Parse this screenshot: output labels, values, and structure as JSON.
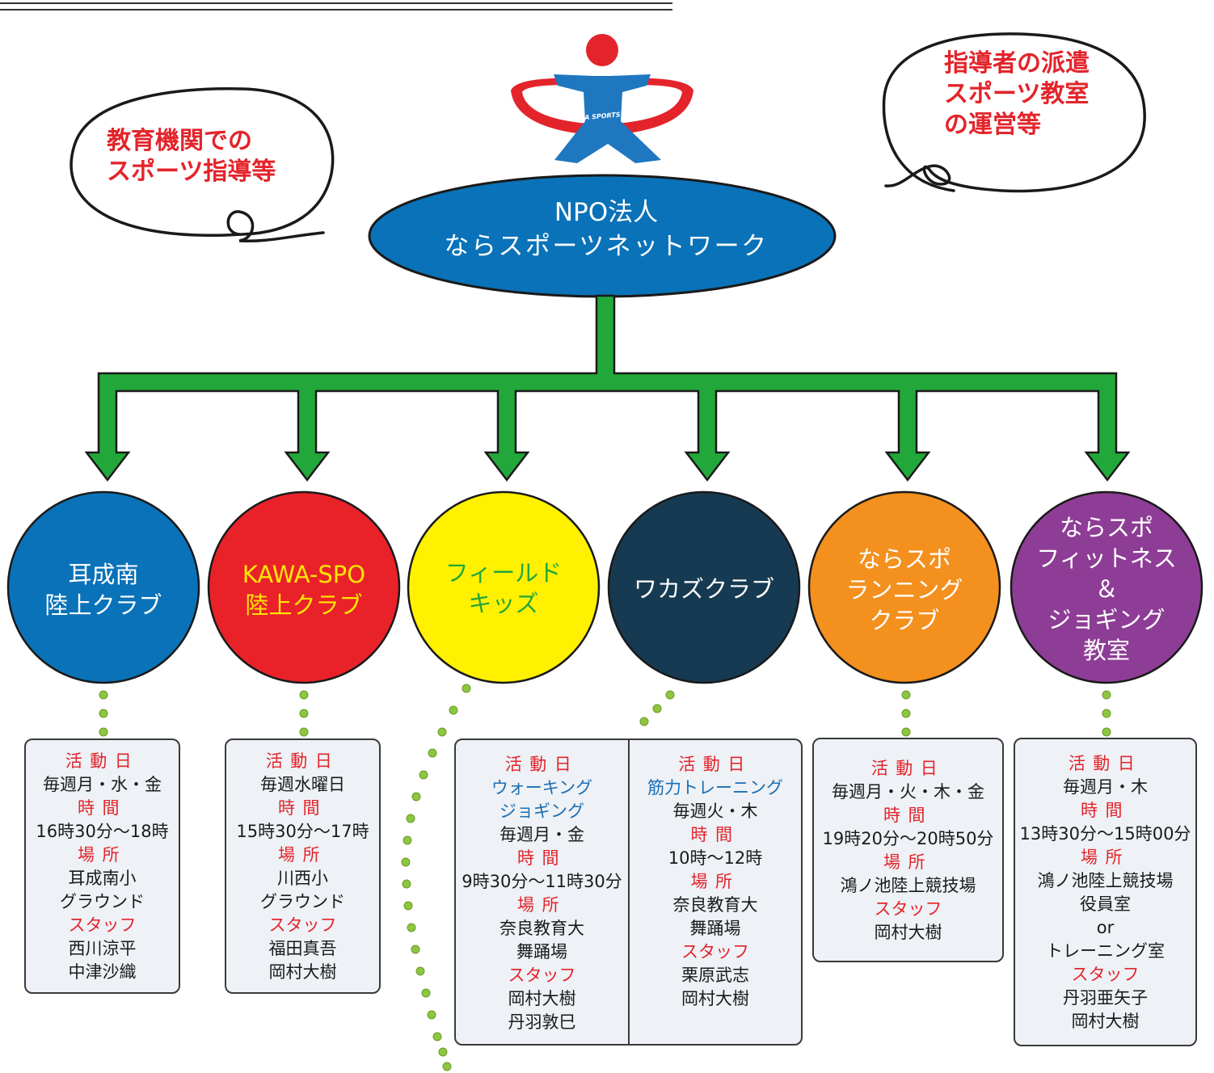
{
  "logo": {
    "text": "NARA SPORTS NETWORK"
  },
  "bubbles": {
    "left": [
      "教育機関での",
      "スポーツ指導等"
    ],
    "right": [
      "指導者の派遣",
      "スポーツ教室",
      "の運営等"
    ]
  },
  "org": {
    "line1": "NPO法人",
    "line2": "ならスポーツネットワーク"
  },
  "colors": {
    "arrow": "#22a83a",
    "org": "#0a72b8",
    "dots": "#8dc63f"
  },
  "clubs": [
    {
      "label": [
        "耳成南",
        "陸上クラブ"
      ],
      "color": "#0a72b8",
      "text_color": "#ffffff"
    },
    {
      "label": [
        "KAWA-SPO",
        "陸上クラブ"
      ],
      "color": "#e9222a",
      "text_color": "#ffe600"
    },
    {
      "label": [
        "フィールド",
        "キッズ"
      ],
      "color": "#fff100",
      "text_color": "#22a83a"
    },
    {
      "label": [
        "ワカズクラブ"
      ],
      "color": "#163a52",
      "text_color": "#ffffff"
    },
    {
      "label": [
        "ならスポ",
        "ランニング",
        "クラブ"
      ],
      "color": "#f4901e",
      "text_color": "#ffffff"
    },
    {
      "label": [
        "ならスポ",
        "フィットネス",
        "＆",
        "ジョギング",
        "教室"
      ],
      "color": "#8e3d96",
      "text_color": "#ffffff"
    }
  ],
  "boxes": {
    "b1": [
      "活動日",
      "毎週月・水・金",
      "時間",
      "16時30分～18時",
      "場所",
      "耳成南小",
      "グラウンド",
      "スタッフ",
      "西川涼平",
      "中津沙織"
    ],
    "b2": [
      "活動日",
      "毎週水曜日",
      "時間",
      "15時30分～17時",
      "場所",
      "川西小",
      "グラウンド",
      "スタッフ",
      "福田真吾",
      "岡村大樹"
    ],
    "b3a": [
      "活動日",
      "ウォーキング",
      "ジョギング",
      "毎週月・金",
      "時間",
      "9時30分～11時30分",
      "場所",
      "奈良教育大",
      "舞踊場",
      "スタッフ",
      "岡村大樹",
      "丹羽敦巳"
    ],
    "b3b": [
      "活動日",
      "筋力トレーニング",
      "毎週火・木",
      "時間",
      "10時～12時",
      "場所",
      "奈良教育大",
      "舞踊場",
      "スタッフ",
      "栗原武志",
      "岡村大樹"
    ],
    "b4": [
      "活動日",
      "毎週月・火・木・金",
      "時間",
      "19時20分～20時50分",
      "場所",
      "鴻ノ池陸上競技場",
      "スタッフ",
      "岡村大樹"
    ],
    "b5": [
      "活動日",
      "毎週月・木",
      "時間",
      "13時30分～15時00分",
      "場所",
      "鴻ノ池陸上競技場",
      "役員室",
      "or",
      "トレーニング室",
      "スタッフ",
      "丹羽亜矢子",
      "岡村大樹"
    ]
  }
}
